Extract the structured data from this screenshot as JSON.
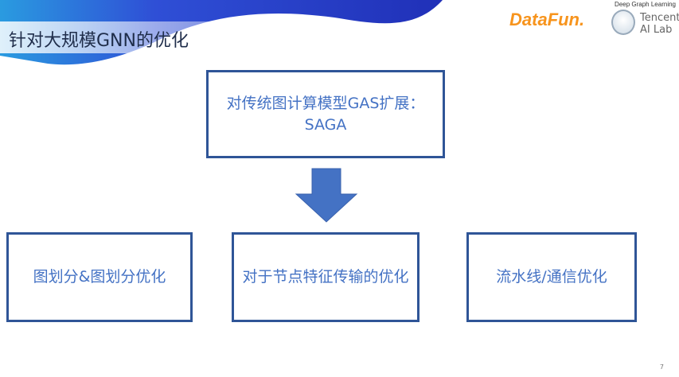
{
  "title": "针对大规模GNN的优化",
  "logos": {
    "datafun": "DataFun.",
    "tagline": "Deep Graph Learning",
    "tencent_line1": "Tencent",
    "tencent_line2": "AI Lab"
  },
  "top_box": "对传统图计算模型GAS扩展：SAGA",
  "bottom_boxes": [
    "图划分&图划分优化",
    "对于节点特征传输的优化",
    "流水线/通信优化"
  ],
  "page_number": "7",
  "colors": {
    "border": "#2f5597",
    "text": "#4472c4",
    "arrow": "#4472c4"
  }
}
